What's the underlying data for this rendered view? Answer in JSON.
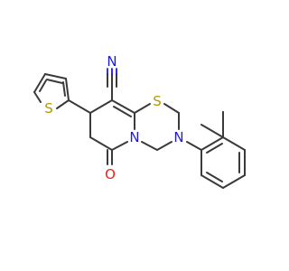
{
  "atoms": {
    "nitrile_n": {
      "label": "N",
      "color": "#1c1cd8"
    },
    "ring_s": {
      "label": "S",
      "color": "#b59a00"
    },
    "thiophene_s": {
      "label": "S",
      "color": "#b59a00"
    },
    "ring_n_bridge": {
      "label": "N",
      "color": "#1c1cd8"
    },
    "ring_n_aryl": {
      "label": "N",
      "color": "#1c1cd8"
    },
    "carbonyl_o": {
      "label": "O",
      "color": "#e8221c"
    }
  },
  "colors": {
    "bond": "#3a3a3a",
    "nitrogen": "#1c1cd8",
    "sulfur": "#b59a00",
    "oxygen": "#e8221c",
    "background": "#ffffff"
  }
}
